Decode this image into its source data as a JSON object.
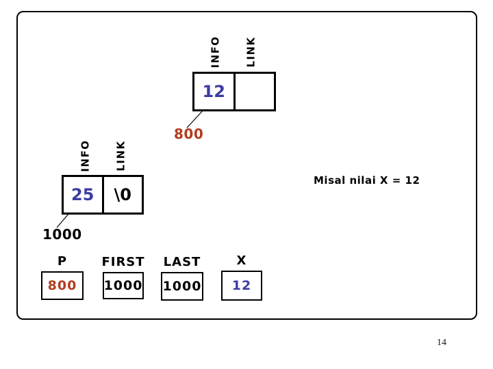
{
  "nodes": [
    {
      "info_header": "INFO",
      "link_header": "LINK",
      "info_value": "12",
      "link_value": "",
      "address": "800"
    },
    {
      "info_header": "INFO",
      "link_header": "LINK",
      "info_value": "25",
      "link_value": "\\0",
      "address": "1000"
    }
  ],
  "annotation": "Misal nilai X = 12",
  "variables": [
    {
      "name": "P",
      "value": "800",
      "value_color": "#b23d1e"
    },
    {
      "name": "FIRST",
      "value": "1000",
      "value_color": "#000000"
    },
    {
      "name": "LAST",
      "value": "1000",
      "value_color": "#000000"
    },
    {
      "name": "X",
      "value": "12",
      "value_color": "#3c3ca3"
    }
  ],
  "page_number": "14",
  "colors": {
    "node_value_blue": "#3c3ca3",
    "address_red": "#b23d1e",
    "address_black": "#000000"
  }
}
